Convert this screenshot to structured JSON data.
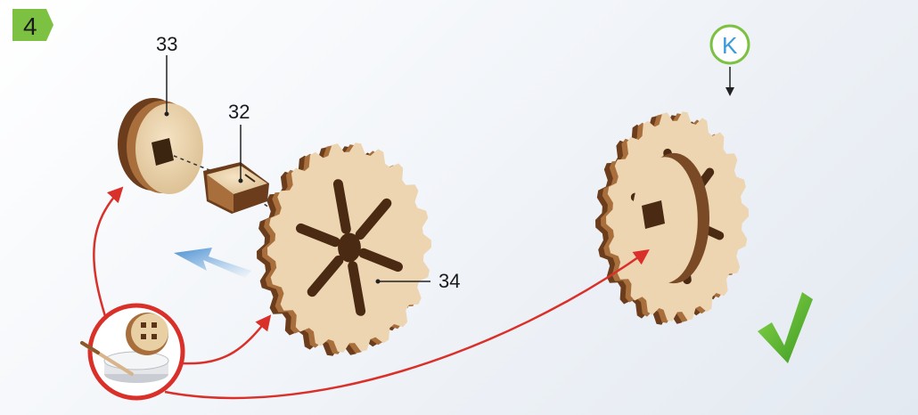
{
  "step": {
    "number": "4"
  },
  "parts": [
    {
      "id": "33",
      "label": "33"
    },
    {
      "id": "32",
      "label": "32"
    },
    {
      "id": "34",
      "label": "34"
    }
  ],
  "marker": {
    "letter": "K"
  },
  "colors": {
    "step_badge": "#7dc142",
    "marker_ring": "#7dc142",
    "marker_letter": "#3a9ad9",
    "glue_arrow": "#d9302a",
    "direction_arrow": "#6aa7dc",
    "wood_face": "#ecd5b0",
    "wood_edge": "#7a4a26",
    "check": "#4fae2b"
  },
  "icons": [
    "glue-pot-icon",
    "check-icon",
    "direction-arrow-icon"
  ]
}
